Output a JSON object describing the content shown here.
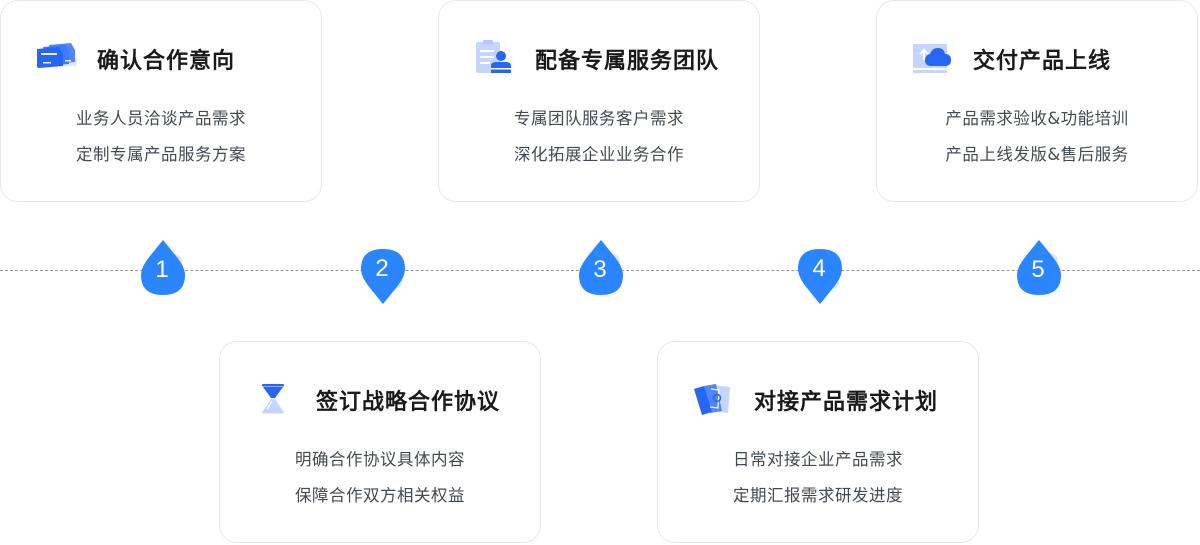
{
  "accent_color": "#2b85ff",
  "steps": [
    {
      "number": "1",
      "icon": "server-stack-icon",
      "title": "确认合作意向",
      "lines": [
        "业务人员洽谈产品需求",
        "定制专属产品服务方案"
      ]
    },
    {
      "number": "2",
      "icon": "hourglass-icon",
      "title": "签订战略合作协议",
      "lines": [
        "明确合作协议具体内容",
        "保障合作双方相关权益"
      ]
    },
    {
      "number": "3",
      "icon": "clipboard-user-icon",
      "title": "配备专属服务团队",
      "lines": [
        "专属团队服务客户需求",
        "深化拓展企业业务合作"
      ]
    },
    {
      "number": "4",
      "icon": "document-cards-icon",
      "title": "对接产品需求计划",
      "lines": [
        "日常对接企业产品需求",
        "定期汇报需求研发进度"
      ]
    },
    {
      "number": "5",
      "icon": "cloud-upload-icon",
      "title": "交付产品上线",
      "lines": [
        "产品需求验收&功能培训",
        "产品上线发版&售后服务"
      ]
    }
  ]
}
